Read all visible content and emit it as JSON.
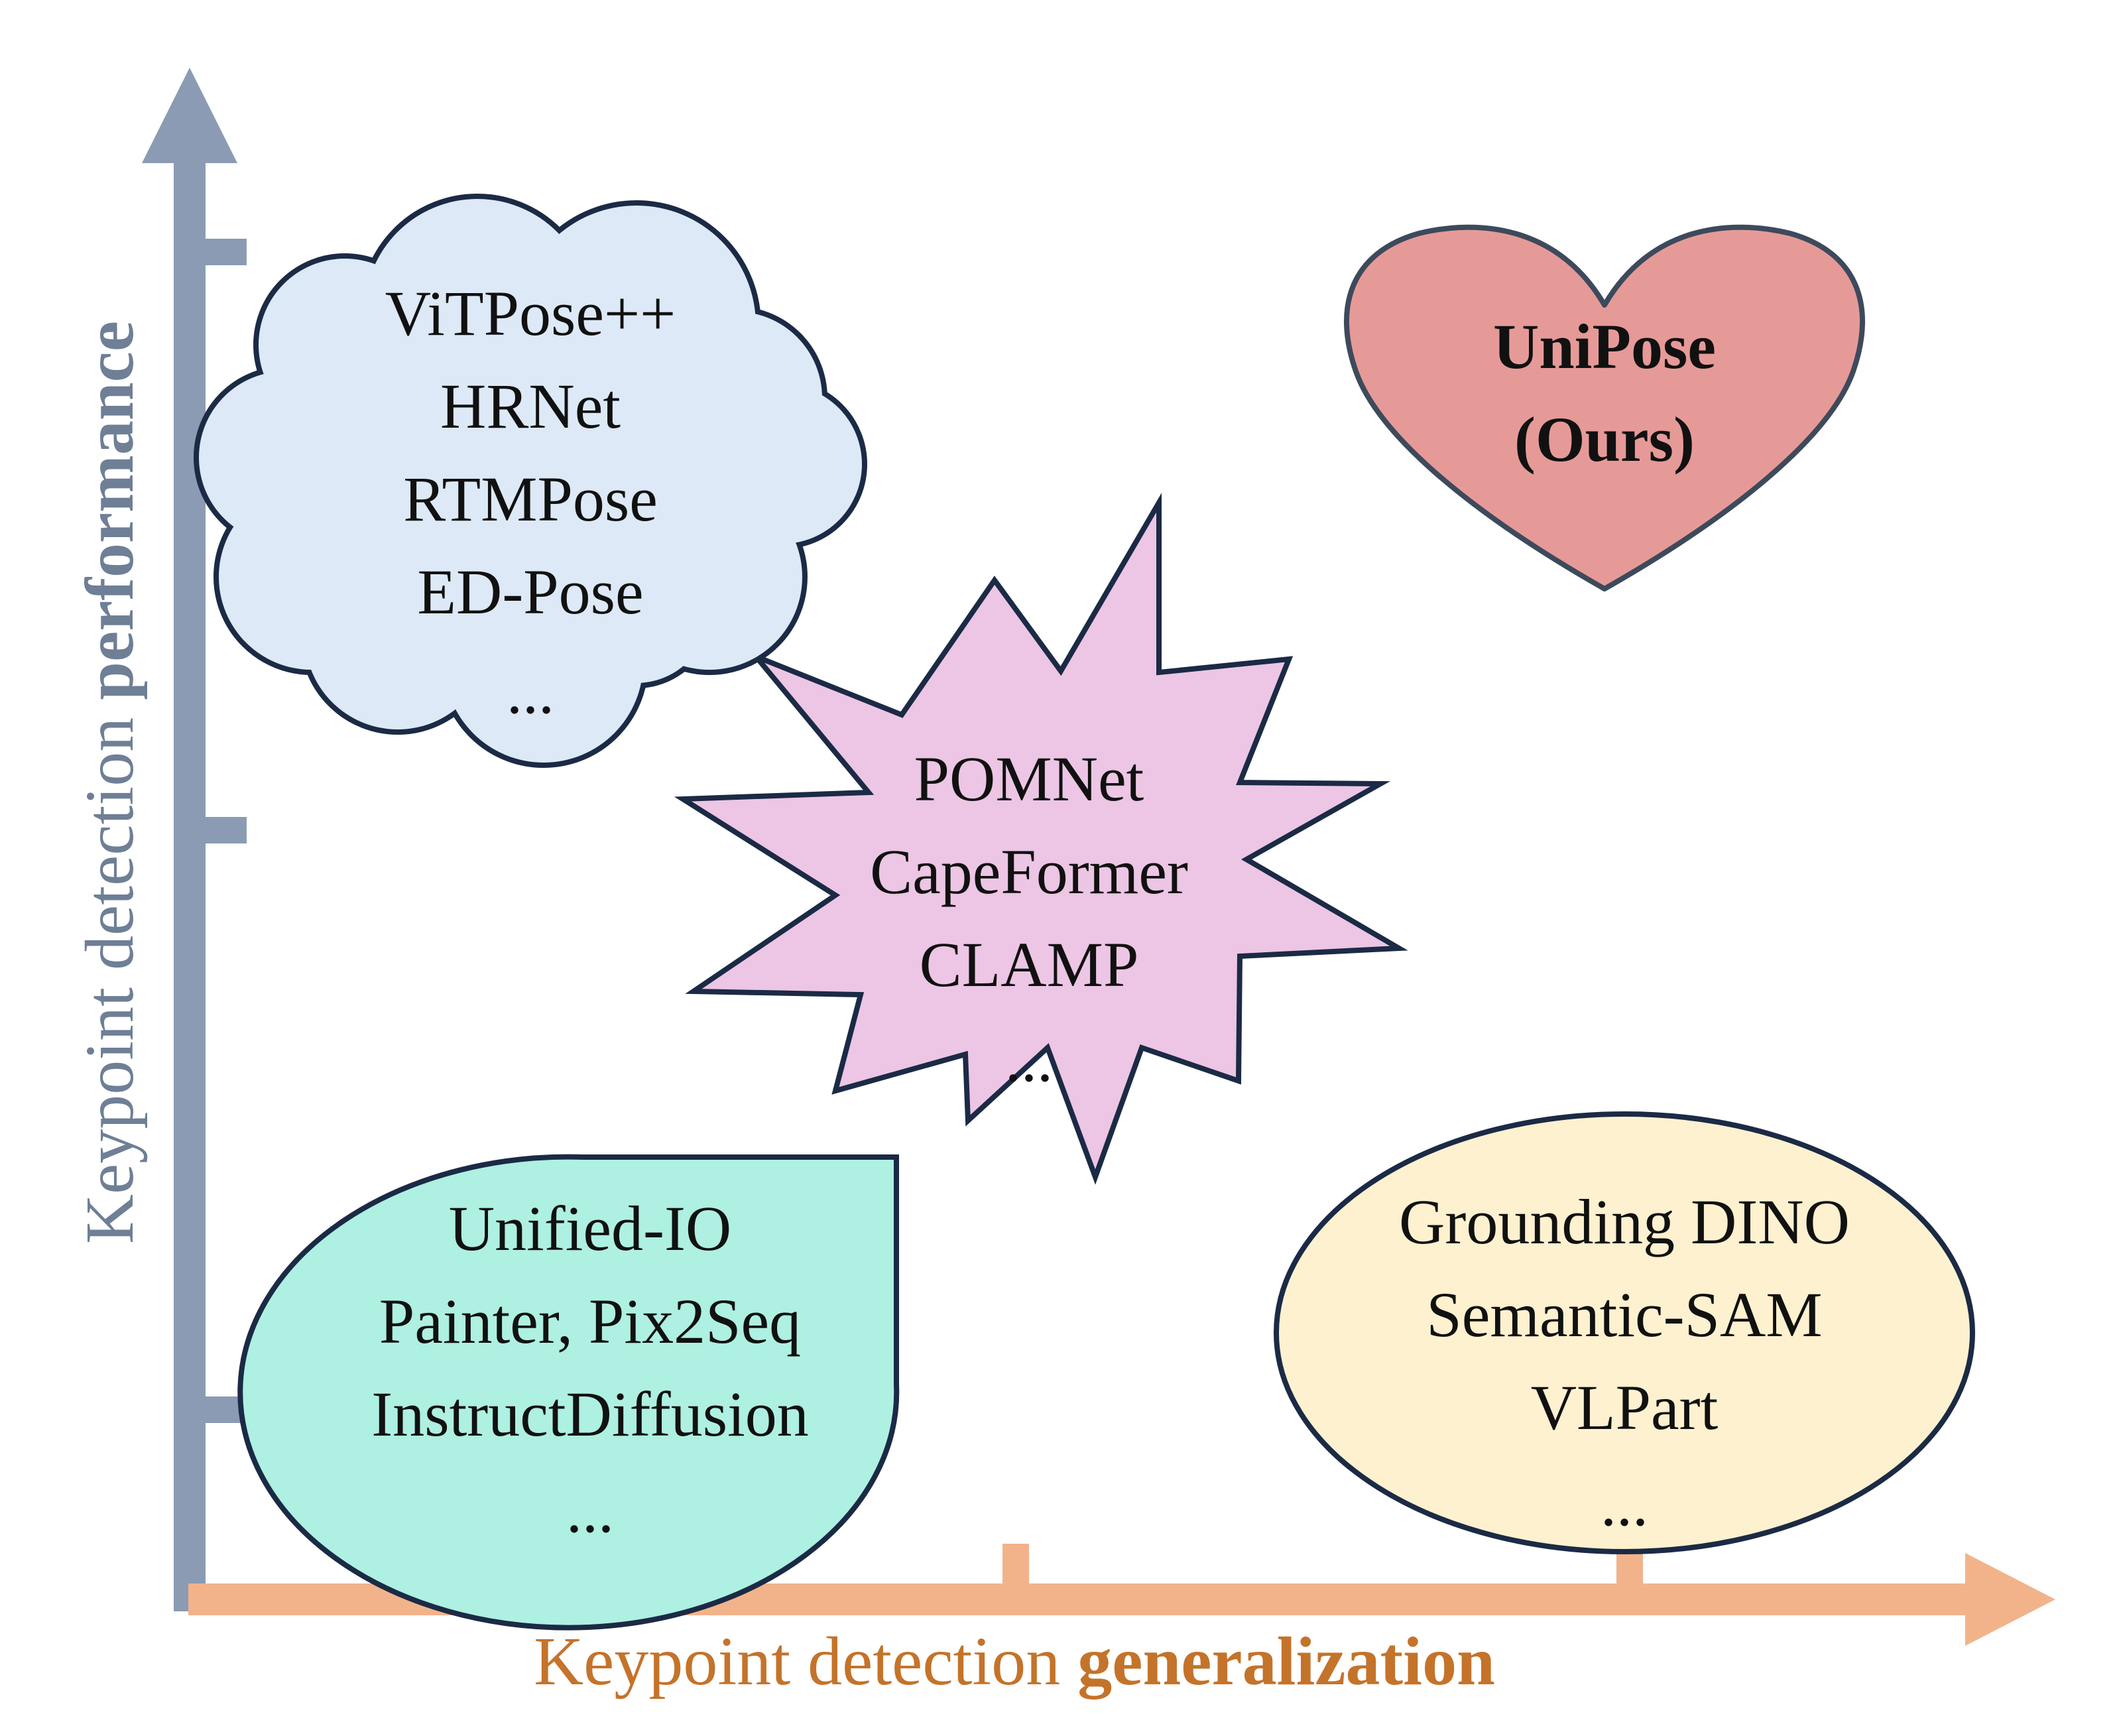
{
  "colors": {
    "y_axis": "#8a9bb3",
    "x_axis": "#f2b38a",
    "y_label": "#6e7f96",
    "x_label": "#c4732a",
    "cloud_fill": "#dde9f6",
    "star_fill": "#ecc6e4",
    "rounded_fill": "#aef0e1",
    "ellipse_fill": "#fdf1cf",
    "heart_fill": "#e69a98",
    "outline": "#1b2a45"
  },
  "axes": {
    "y_label_regular": "Keypoint detection",
    "y_label_bold": "performance",
    "x_label_regular": "Keypoint detection",
    "x_label_bold": "generalization"
  },
  "groups": {
    "cloud": {
      "shape": "cloud",
      "items": [
        "ViTPose++",
        "HRNet",
        "RTMPose",
        "ED-Pose",
        "..."
      ]
    },
    "star": {
      "shape": "star",
      "items": [
        "POMNet",
        "CapeFormer",
        "CLAMP",
        "..."
      ]
    },
    "rounded": {
      "shape": "rounded-corner-ellipse",
      "items": [
        "Unified-IO",
        "Painter, Pix2Seq",
        "InstructDiffusion",
        "..."
      ]
    },
    "ellipse": {
      "shape": "ellipse",
      "items": [
        "Grounding DINO",
        "Semantic-SAM",
        "VLPart",
        "..."
      ]
    },
    "heart": {
      "shape": "heart",
      "items": [
        "UniPose",
        "(Ours)"
      ]
    }
  }
}
